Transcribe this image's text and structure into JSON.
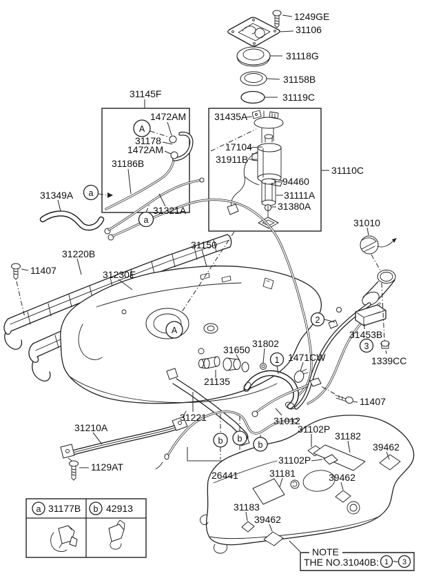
{
  "parts": {
    "p1249ge": "1249GE",
    "p31106": "31106",
    "p31118g": "31118G",
    "p31158b": "31158B",
    "p31119c": "31119C",
    "p31145f": "31145F",
    "p1472am_1": "1472AM",
    "p31178": "31178",
    "p1472am_2": "1472AM",
    "p31186b": "31186B",
    "p31435a": "31435A",
    "p17104": "17104",
    "p31911b": "31911B",
    "p94460": "94460",
    "p31111a": "31111A",
    "p31380a": "31380A",
    "p31110c": "31110C",
    "p31349a": "31349A",
    "p31321a": "31321A",
    "p31220b": "31220B",
    "p11407_left": "11407",
    "p31230e": "31230E",
    "p31150": "31150",
    "p31650": "31650",
    "p31802": "31802",
    "p1471cw": "1471CW",
    "p21135": "21135",
    "p31010": "31010",
    "p31453b": "31453B",
    "p1339cc": "1339CC",
    "p11407_right": "11407",
    "p31210a": "31210A",
    "p1129at": "1129AT",
    "p31221": "31221",
    "p26441": "26441",
    "p31012": "31012",
    "p31102p_1": "31102P",
    "p31182": "31182",
    "p39462_right": "39462",
    "p31102p_2": "31102P",
    "p31181": "31181",
    "p39462_center": "39462",
    "p31183": "31183",
    "p39462_bottom": "39462"
  },
  "markers": {
    "callout_a": "A",
    "clip_a": "a",
    "clip_b": "b",
    "num1": "1",
    "num2": "2",
    "num3": "3"
  },
  "legend": {
    "clip_a_part": "31177B",
    "clip_b_part": "42913"
  },
  "note": {
    "title": "NOTE",
    "text": "THE NO.31040B:",
    "from": "1",
    "tilde": "~",
    "to": "3"
  }
}
